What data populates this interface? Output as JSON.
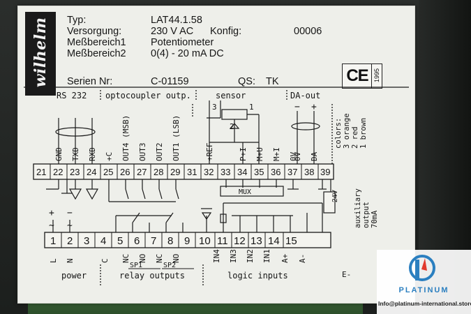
{
  "brand": "wilhelm",
  "specs": {
    "typ_label": "Typ:",
    "typ_value": "LAT44.1.58",
    "versorgung_label": "Versorgung:",
    "versorgung_value": "230 V AC",
    "konfig_label": "Konfig:",
    "konfig_value": "00006",
    "messbereich1_label": "Meßbereich1",
    "messbereich1_value": "Potentiometer",
    "messbereich2_label": "Meßbereich2",
    "messbereich2_value": "0(4) - 20 mA DC",
    "serien_label": "Serien Nr:",
    "serien_value": "C-01159",
    "qs_label": "QS:",
    "qs_value": "TK"
  },
  "ce_mark": "CE",
  "ce_year": "1995",
  "sections": {
    "rs232": "RS 232",
    "optocoupler": "optocoupler outp.",
    "sensor": "sensor",
    "da_out": "DA-out",
    "power": "power",
    "relay_outputs": "relay outputs",
    "logic_inputs": "logic inputs"
  },
  "colors_legend": [
    "colors:",
    "3 orange",
    "2 red",
    "1 brown"
  ],
  "aux_output": [
    "auxiliary",
    "output",
    "70mA"
  ],
  "aux_voltage": "24V",
  "mux_label": "MUX",
  "sensor_pins": [
    "3",
    "2",
    "1"
  ],
  "da_signs": [
    "−",
    "+"
  ],
  "top_terminals": [
    "21",
    "22",
    "23",
    "24",
    "25",
    "26",
    "27",
    "28",
    "29",
    "31",
    "32",
    "33",
    "34",
    "35",
    "36",
    "37",
    "38",
    "39"
  ],
  "top_signals": [
    "GND",
    "TXD",
    "RXD",
    "+C",
    "OUT4 (MSB)",
    "OUT3",
    "OUT2",
    "OUT1 (LSB)",
    "+REF",
    "P+I",
    "M+U",
    "M+I",
    "0V",
    "0V",
    "DA"
  ],
  "bottom_terminals": [
    "1",
    "2",
    "3",
    "4",
    "5",
    "6",
    "7",
    "8",
    "9",
    "10",
    "11",
    "12",
    "13",
    "14",
    "15"
  ],
  "bottom_signals": [
    "L",
    "N",
    "C",
    "NC",
    "NO",
    "NC",
    "NO",
    "IN4",
    "IN3",
    "IN2",
    "IN1",
    "A+",
    "A-"
  ],
  "power_signs": [
    "+",
    "~",
    "−",
    "~"
  ],
  "relay_groups": [
    "SP1",
    "SP2"
  ],
  "corner_tag": "E-",
  "logo": {
    "name": "PLATINUM",
    "email": "Info@platinum-international.store",
    "colors": {
      "primary": "#2b7fc0",
      "accent": "#e23a2e"
    }
  }
}
